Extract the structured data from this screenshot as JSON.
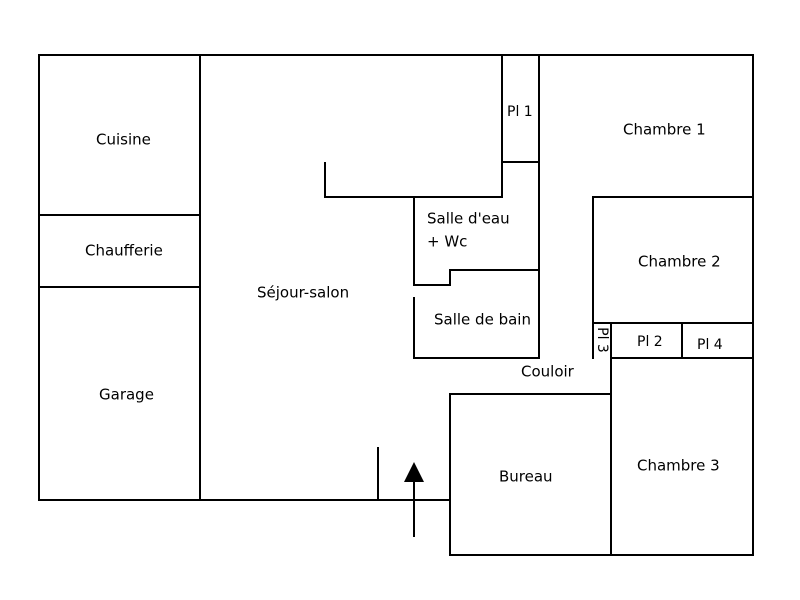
{
  "plan": {
    "rooms": {
      "cuisine": "Cuisine",
      "chaufferie": "Chaufferie",
      "garage": "Garage",
      "sejour": "Séjour-salon",
      "pl1": "Pl 1",
      "salle_eau_line1": "Salle d'eau",
      "salle_eau_line2": "+ Wc",
      "salle_bain": "Salle de bain",
      "chambre1": "Chambre 1",
      "chambre2": "Chambre 2",
      "pl3": "Pl 3",
      "pl2": "Pl 2",
      "pl4": "Pl 4",
      "couloir": "Couloir",
      "bureau": "Bureau",
      "chambre3": "Chambre 3"
    },
    "entrance_icon": "arrow-up-icon",
    "wall_color": "#000000"
  }
}
